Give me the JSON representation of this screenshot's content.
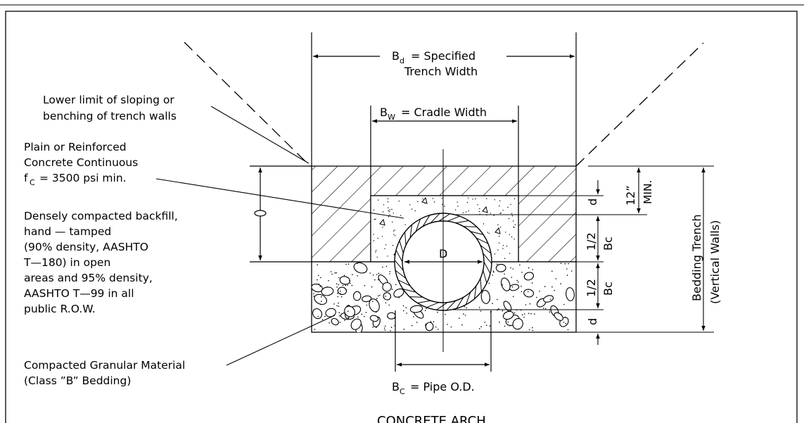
{
  "title": "CONCRETE ARCH",
  "labels": {
    "trench_width_1": "= Specified",
    "trench_width_2": "Trench Width",
    "trench_width_sym": "B",
    "trench_width_sub": "d",
    "cradle_width": "= Cradle Width",
    "cradle_width_sym": "B",
    "cradle_width_sub": "W",
    "pipe_od": "= Pipe O.D.",
    "pipe_od_sym": "B",
    "pipe_od_sub": "C",
    "diameter": "D",
    "lower_limit_1": "Lower limit of sloping or",
    "lower_limit_2": "benching of trench walls",
    "concrete_1": "Plain or Reinforced",
    "concrete_2": "Concrete Continuous",
    "concrete_3_sym": "f",
    "concrete_3_sub": "C",
    "concrete_3": "= 3500 psi min.",
    "backfill_1": "Densely compacted backfill,",
    "backfill_2": "hand — tamped",
    "backfill_3": "(90% density, AASHTO",
    "backfill_4": "T—180)  in open",
    "backfill_5": "areas and 95% density,",
    "backfill_6": "AASHTO T—99 in all",
    "backfill_7": "public R.O.W.",
    "granular_1": "Compacted Granular Material",
    "granular_2": "(Class ”B” Bedding)",
    "dim_d_top": "d",
    "dim_d_bottom": "d",
    "dim_half_bc_top_1": "1/2",
    "dim_half_bc_top_2": "Bc",
    "dim_half_bc_bottom_1": "1/2",
    "dim_half_bc_bottom_2": "Bc",
    "dim_12_min_1": "12”",
    "dim_12_min_2": "MIN.",
    "bedding_1": "Bedding Trench",
    "bedding_2": "(Vertical Walls)"
  },
  "colors": {
    "line": "#000000",
    "background": "#ffffff"
  }
}
